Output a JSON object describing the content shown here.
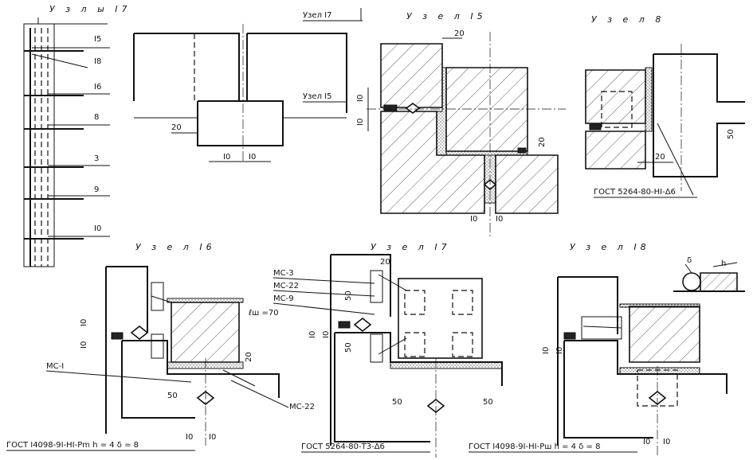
{
  "overview": {
    "title": "У з л ы  I7",
    "node_labels": [
      "I5",
      "I8",
      "I6",
      "8",
      "3",
      "9",
      "I0"
    ]
  },
  "elevation": {
    "node_i7": "Узел I7",
    "node_i5": "Узел I5",
    "dims": [
      "20",
      "I0",
      "I0"
    ]
  },
  "node_i5": {
    "title": "У з е л  I5",
    "dims": [
      "20",
      "I0",
      "I0",
      "20",
      "I0",
      "I0"
    ]
  },
  "node_8": {
    "title": "У з е л  8",
    "dims": [
      "50",
      "20"
    ],
    "gost": "ГОСТ 5264-80-HI-Δ6"
  },
  "node_i6": {
    "title": "У з е л  I6",
    "weld_len": "ℓш =70",
    "dims": [
      "I0",
      "I0",
      "20",
      "50",
      "I0",
      "I0"
    ],
    "labels": [
      "MC-I",
      "MC-22"
    ],
    "gost": "ГОСТ I4098-9I-HI-Pm  h = 4 δ = 8"
  },
  "node_i7": {
    "title": "У з е л  I7",
    "labels": [
      "MC-3",
      "MC-22",
      "MC-9"
    ],
    "dims": [
      "20",
      "50",
      "I0",
      "I0",
      "50",
      "50",
      "50"
    ],
    "gost": "ГОСТ 5264-80-T3-Δ6"
  },
  "node_i8": {
    "title": "У з е л  I8",
    "dims": [
      "I0",
      "I0",
      "I0",
      "I0"
    ],
    "detail_dims": [
      "δ",
      "h"
    ],
    "gost": "ГОСТ I4098-9I-HI-Pш  h = 4 δ = 8"
  }
}
